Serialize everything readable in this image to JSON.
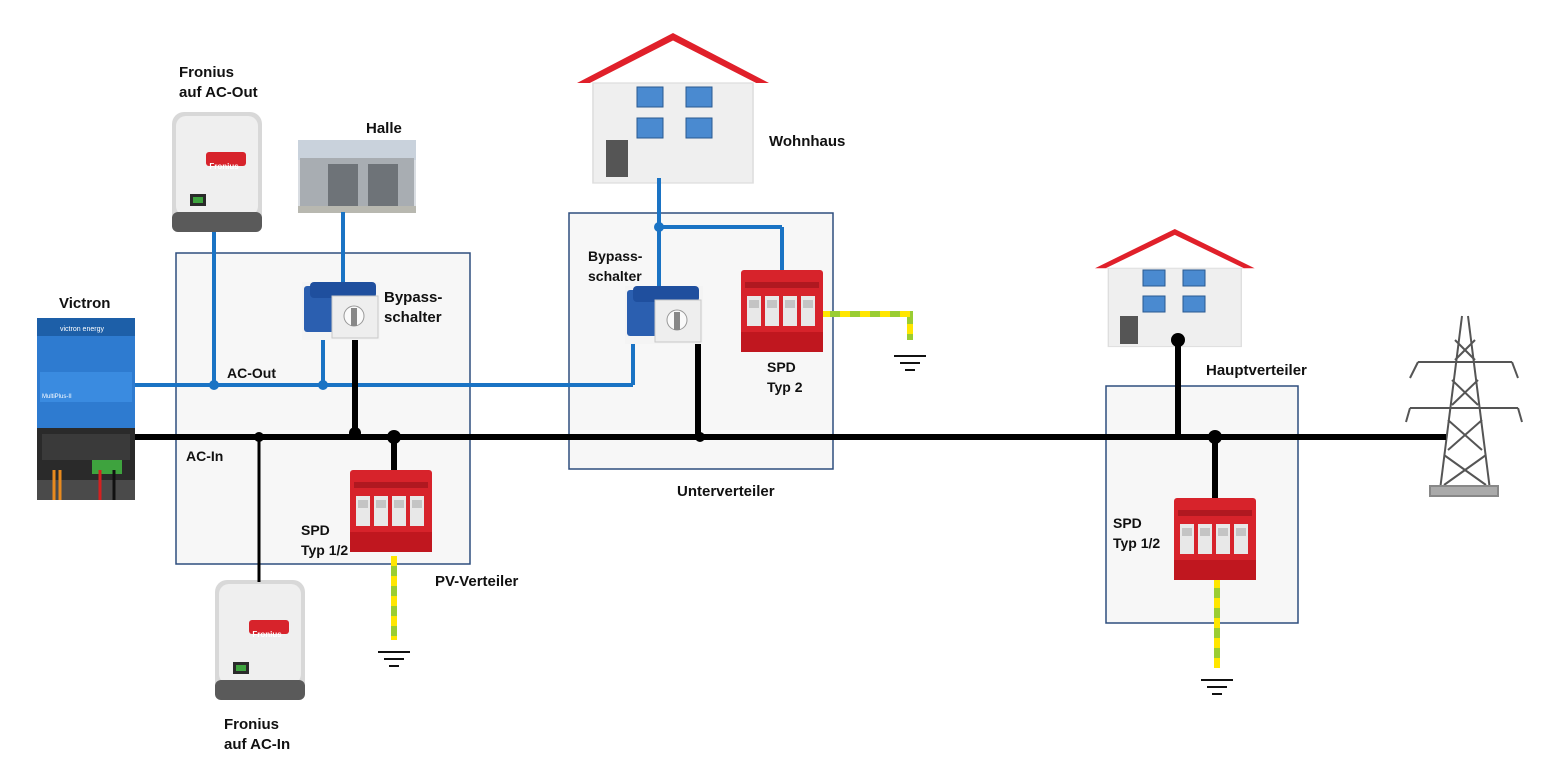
{
  "labels": {
    "victron": "Victron",
    "fronius_ac_out": "Fronius\nauf AC-Out",
    "fronius_ac_in": "Fronius\nauf AC-In",
    "halle": "Halle",
    "wohnhaus": "Wohnhaus",
    "bypass_left": "Bypass-\nschalter",
    "bypass_mid": "Bypass-\nschalter",
    "ac_out": "AC-Out",
    "ac_in": "AC-In",
    "spd_pv": "SPD\nTyp 1/2",
    "spd_unter": "SPD\nTyp 2",
    "spd_haupt": "SPD\nTyp 1/2",
    "pv_verteiler": "PV-Verteiler",
    "unterverteiler": "Unterverteiler",
    "hauptverteiler": "Hauptverteiler"
  },
  "device_text": {
    "fronius_brand": "Fronius",
    "victron_brand": "victron energy",
    "victron_model": "MultiPlus-II"
  },
  "colors": {
    "ac_out_line": "#1a73c4",
    "ac_in_line": "#000000",
    "earth_line": "#9acd32",
    "earth_stripe": "#ffe600",
    "box_border": "#2e4e7e",
    "box_fill": "#f7f7f7",
    "spd_red": "#d7232b",
    "roof_red": "#e0202a"
  },
  "icons": [
    "victron-inverter-icon",
    "fronius-inverter-icon",
    "hall-icon",
    "house-icon",
    "bypass-switch-icon",
    "spd-icon",
    "ground-icon",
    "pylon-icon"
  ]
}
